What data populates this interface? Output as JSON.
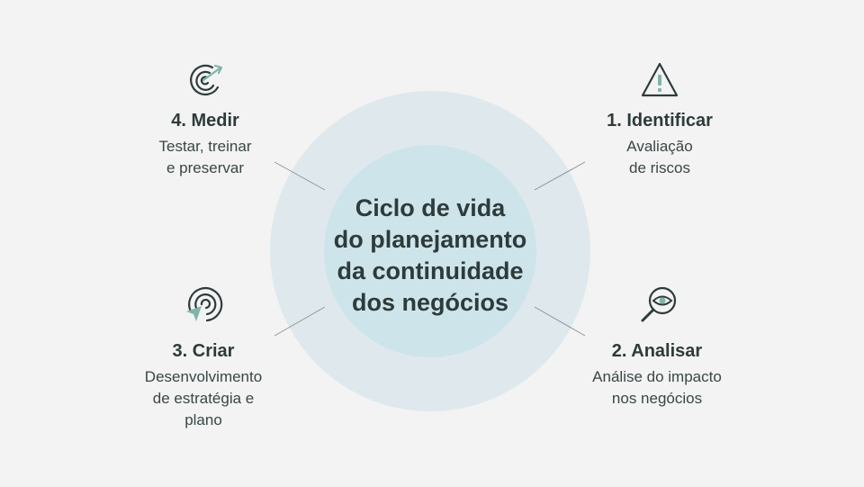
{
  "center": {
    "lines": [
      "Ciclo de vida",
      "do planejamento",
      "da continuidade",
      "dos negócios"
    ]
  },
  "stages": {
    "identify": {
      "title": "1. Identificar",
      "desc": [
        "Avaliação",
        "de riscos"
      ],
      "icon": "warning-triangle-icon"
    },
    "analyze": {
      "title": "2. Analisar",
      "desc": [
        "Análise do impacto",
        "nos negócios"
      ],
      "icon": "magnifier-eye-icon"
    },
    "create": {
      "title": "3. Criar",
      "desc": [
        "Desenvolvimento",
        "de estratégia e",
        "plano"
      ],
      "icon": "target-arrow-icon"
    },
    "measure": {
      "title": "4. Medir",
      "desc": [
        "Testar, treinar",
        "e preservar"
      ],
      "icon": "cycle-arrow-icon"
    }
  },
  "colors": {
    "background": "#f3f3f3",
    "outer_circle": "#dfe9ed",
    "inner_circle": "#cde4ea",
    "text": "#2e3b3b",
    "accent": "#7fb5a8",
    "icon_stroke": "#2e3b3b"
  }
}
